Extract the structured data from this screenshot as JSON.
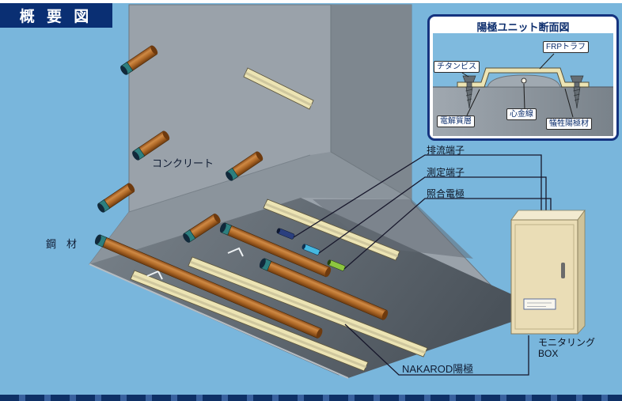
{
  "header": {
    "title": "概 要 図"
  },
  "scene": {
    "labels": {
      "concrete": "コンクリート",
      "steel": "鋼　材",
      "drain_terminal": "排流端子",
      "measurement_terminal": "測定端子",
      "reference_electrode": "照合電極",
      "nakarod_anode": "NAKAROD陽極",
      "monitoring_box_line1": "モニタリング",
      "monitoring_box_line2": "BOX"
    }
  },
  "inset": {
    "title": "陽極ユニット断面図",
    "labels": {
      "frp_trough": "FRPトラフ",
      "titanium_screw": "チタンビス",
      "electrolyte_layer": "電解質層",
      "core_wire": "心金線",
      "sacrificial_anode": "犠牲陽極材"
    }
  },
  "colors": {
    "background": "#79b6dc",
    "header_bg": "#0a2f73",
    "panel_border": "#15337f",
    "concrete_light": "#9aa2aa",
    "concrete_dark": "#4a525a",
    "trough_cream": "#ece4b4",
    "box_beige": "#eaddb6",
    "rod_rust": "#b06a28",
    "rod_tip_teal": "#2d7f7f",
    "electrode_blue": "#2b3f7e",
    "electrode_cyan": "#45b8e0",
    "electrode_green": "#8dc63f"
  }
}
